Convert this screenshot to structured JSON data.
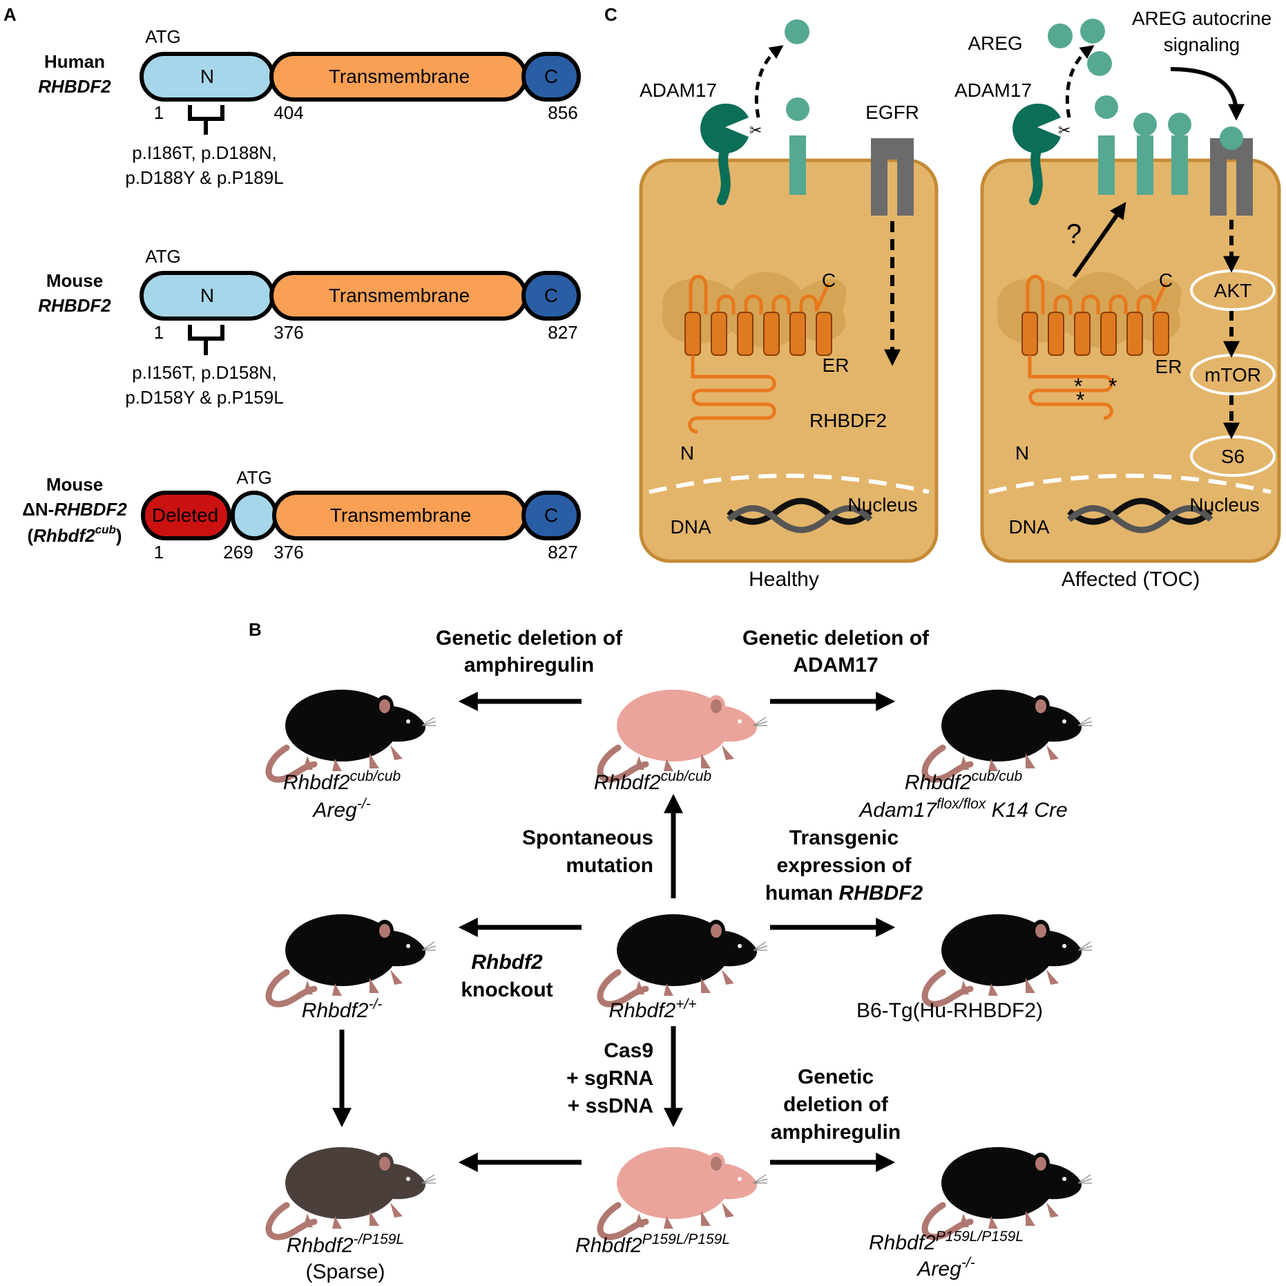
{
  "panel_labels": {
    "a": "A",
    "b": "B",
    "c": "C"
  },
  "panel_a": {
    "constructs": [
      {
        "species": "Human",
        "gene": "RHBDF2",
        "atg": "ATG",
        "segments": {
          "n": "N",
          "tm": "Transmembrane",
          "c": "C"
        },
        "positions": {
          "start": "1",
          "mid": "404",
          "end": "856"
        },
        "mutations": [
          "p.I186T, p.D188N,",
          "p.D188Y & p.P189L"
        ]
      },
      {
        "species": "Mouse",
        "gene": "RHBDF2",
        "atg": "ATG",
        "segments": {
          "n": "N",
          "tm": "Transmembrane",
          "c": "C"
        },
        "positions": {
          "start": "1",
          "mid": "376",
          "end": "827"
        },
        "mutations": [
          "p.I156T, p.D158N,",
          "p.D158Y & p.P159L"
        ]
      },
      {
        "species": "Mouse",
        "gene_prefix": "ΔN-",
        "gene": "RHBDF2",
        "allele_open": "(",
        "allele": "Rhbdf2",
        "allele_sup": "cub",
        "allele_close": ")",
        "atg": "ATG",
        "segments": {
          "deleted": "Deleted",
          "tm": "Transmembrane",
          "c": "C"
        },
        "positions": {
          "start": "1",
          "atg_pos": "269",
          "mid": "376",
          "end": "827"
        }
      }
    ]
  },
  "panel_c": {
    "healthy": {
      "adam17": "ADAM17",
      "egfr": "EGFR",
      "protein_c": "C",
      "er": "ER",
      "protein": "RHBDF2",
      "protein_n": "N",
      "nucleus": "Nucleus",
      "dna": "DNA",
      "caption": "Healthy"
    },
    "affected": {
      "areg": "AREG",
      "autocrine": [
        "AREG autocrine",
        "signaling"
      ],
      "adam17": "ADAM17",
      "question": "?",
      "protein_c": "C",
      "er": "ER",
      "protein_n": "N",
      "pathway": [
        "AKT",
        "mTOR",
        "S6"
      ],
      "nucleus": "Nucleus",
      "dna": "DNA",
      "caption": "Affected (TOC)"
    },
    "colors": {
      "cell": "#e3b56a",
      "cell_border": "#c58a35",
      "adam17": "#0b6e57",
      "ligand": "#55a891",
      "egfr": "#6b6b6b",
      "rhbdf2": "#e8781c"
    }
  },
  "panel_b": {
    "mice": {
      "top_left": {
        "line1": "Rhbdf2",
        "sup1": "cub/cub",
        "line2": "Areg",
        "sup2": "-/-"
      },
      "top_center": {
        "line1": "Rhbdf2",
        "sup1": "cub/cub"
      },
      "top_right": {
        "line1": "Rhbdf2",
        "sup1": "cub/cub",
        "line2a": "Adam17",
        "sup2": "flox/flox",
        "line2b": " K14 Cre"
      },
      "mid_left": {
        "line1": "Rhbdf2",
        "sup1": "-/-"
      },
      "mid_center": {
        "line1": "Rhbdf2",
        "sup1": "+/+"
      },
      "mid_right": {
        "line1": "B6-Tg(Hu-RHBDF2)"
      },
      "bot_left": {
        "line1": "Rhbdf2",
        "sup1": "-/P159L",
        "line2": "(Sparse)"
      },
      "bot_center": {
        "line1": "Rhbdf2",
        "sup1": "P159L/P159L"
      },
      "bot_right": {
        "line1": "Rhbdf2",
        "sup1": "P159L/P159L",
        "line2": "Areg",
        "sup2": "-/-"
      }
    },
    "arrows": {
      "top_left": [
        "Genetic deletion of",
        "amphiregulin"
      ],
      "top_right": [
        "Genetic deletion of",
        "ADAM17"
      ],
      "up": [
        "Spontaneous",
        "mutation"
      ],
      "mid_right": [
        "Transgenic",
        "expression of",
        "human ",
        "RHBDF2"
      ],
      "mid_left": [
        "Rhbdf2",
        "knockout"
      ],
      "down": [
        "Cas9",
        "+ sgRNA",
        "+ ssDNA"
      ],
      "bot_right": [
        "Genetic",
        "deletion of",
        "amphiregulin"
      ]
    },
    "colors": {
      "black_mouse": "#0a0a0a",
      "nude_mouse": "#eaa49c",
      "sparse_mouse": "#4a3f3b",
      "ear_tail": "#b07870"
    }
  }
}
